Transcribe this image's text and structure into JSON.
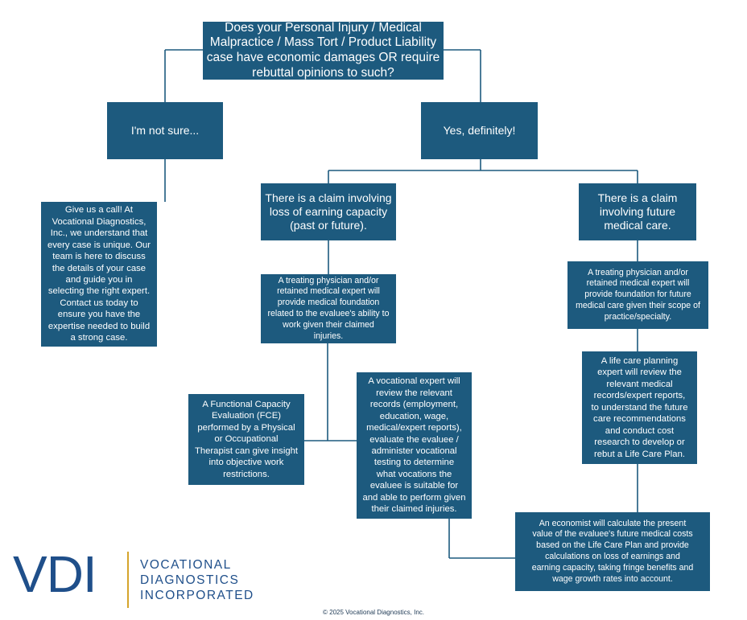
{
  "colors": {
    "box": "#1d5a7e",
    "logo": "#1f4f8a",
    "logo_accent": "#d5a42b"
  },
  "nodes": {
    "question": "Does your Personal Injury / Medical\nMalpractice / Mass Tort / Product Liability\ncase have economic damages OR require\nrebuttal opinions to such?",
    "not_sure": "I'm not sure...",
    "yes": "Yes, definitely!",
    "call": "Give us a call! At\nVocational Diagnostics,\nInc., we understand that\nevery case is unique. Our\nteam is here to discuss\nthe details of your case\nand guide you in\nselecting the right expert.\nContact us today to\nensure you have the\nexpertise needed to build\na strong case.",
    "earning_claim": "There is a claim involving\nloss of earning capacity\n(past or future).",
    "medical_claim": "There is a claim\ninvolving future\nmedical care.",
    "physician_work": "A treating physician and/or\nretained medical expert will\nprovide medical foundation\nrelated to the evaluee's ability to\nwork given their claimed\ninjuries.",
    "physician_care": "A treating physician and/or\nretained medical expert will\nprovide foundation for future\nmedical care given their scope of\npractice/specialty.",
    "fce": "A Functional Capacity\nEvaluation (FCE)\nperformed by a Physical\nor Occupational\nTherapist can give insight\ninto objective work\nrestrictions.",
    "vocational": "A vocational expert will\nreview the relevant\nrecords (employment,\neducation, wage,\nmedical/expert reports),\nevaluate the evaluee /\nadminister vocational\ntesting to determine\nwhat vocations the\nevaluee is suitable for\nand able to perform given\ntheir claimed injuries.",
    "life_care": "A life care planning\nexpert will review the\nrelevant medical\nrecords/expert reports,\nto understand the future\ncare recommendations\nand conduct cost\nresearch to develop or\nrebut a Life Care Plan.",
    "economist": "An economist will calculate the present\nvalue of the evaluee's future medical costs\nbased on the Life Care Plan and provide\ncalculations on loss of earnings and\nearning capacity, taking fringe benefits and\nwage growth rates into account."
  },
  "logo": {
    "mark": "VDI",
    "words": "VOCATIONAL\nDIAGNOSTICS\nINCORPORATED"
  },
  "footer": "© 2025 Vocational Diagnostics, Inc."
}
